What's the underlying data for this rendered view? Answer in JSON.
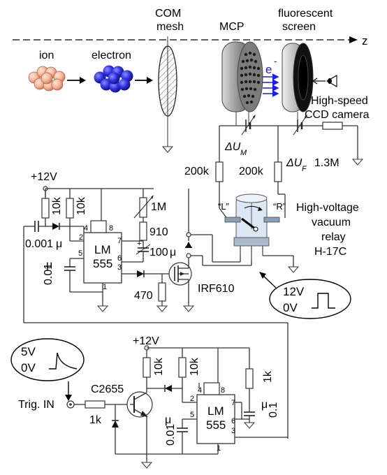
{
  "diagram": {
    "axis": {
      "label": "z"
    },
    "beam": {
      "ion_label": "ion",
      "electron_label": "electron",
      "com_mesh_label_1": "COM",
      "com_mesh_label_2": "mesh",
      "mcp_label": "MCP",
      "screen_label_1": "fluorescent",
      "screen_label_2": "screen",
      "electron_symbol": "e",
      "electron_sign": "-",
      "camera_label_1": "High-speed",
      "camera_label_2": "CCD camera"
    },
    "hv_section": {
      "du_m_delta": "ΔU",
      "du_m_sub": "M",
      "du_f_delta": "ΔU",
      "du_f_sub": "F",
      "r_1_3m": "1.3M",
      "r_200k_left": "200k",
      "r_200k_right": "200k",
      "relay_L": "“L”",
      "relay_R": "“R”",
      "relay_label_1": "High-voltage",
      "relay_label_2": "vacuum",
      "relay_label_3": "relay",
      "relay_label_4": "H-17C"
    },
    "upper_timer": {
      "supply": "+12V",
      "r_10k_a": "10k",
      "r_10k_b": "10k",
      "r_1m": "1M",
      "r_910": "910",
      "c_100u": "100",
      "c_100u_unit": "μ",
      "c_0001u": "0.001",
      "c_0001u_unit": "μ",
      "c_001u": "0.01",
      "c_001u_unit": "μ",
      "chip_1": "LM",
      "chip_2": "555",
      "pin_4": "4",
      "pin_8": "8",
      "pin_2": "2",
      "pin_7": "7",
      "pin_5": "5",
      "pin_6": "6",
      "pin_3": "3",
      "pin_1": "1",
      "r_470": "470",
      "mosfet": "IRF610",
      "pulse_high": "12V",
      "pulse_low": "0V"
    },
    "lower_timer": {
      "supply": "+12V",
      "trigger_high": "5V",
      "trigger_low": "0V",
      "trig_in": "Trig. IN",
      "transistor": "C2655",
      "r_1k_in": "1k",
      "r_10k_a": "10k",
      "r_10k_b": "10k",
      "r_1k_right": "1k",
      "c_01u": "0.1",
      "c_01u_unit": "μ",
      "c_001u": "0.01",
      "c_001u_unit": "μ",
      "chip_1": "LM",
      "chip_2": "555",
      "pin_4": "4",
      "pin_8": "8",
      "pin_2": "2",
      "pin_7": "7",
      "pin_5": "5",
      "pin_6": "6",
      "pin_3": "3",
      "pin_1": "1"
    }
  }
}
